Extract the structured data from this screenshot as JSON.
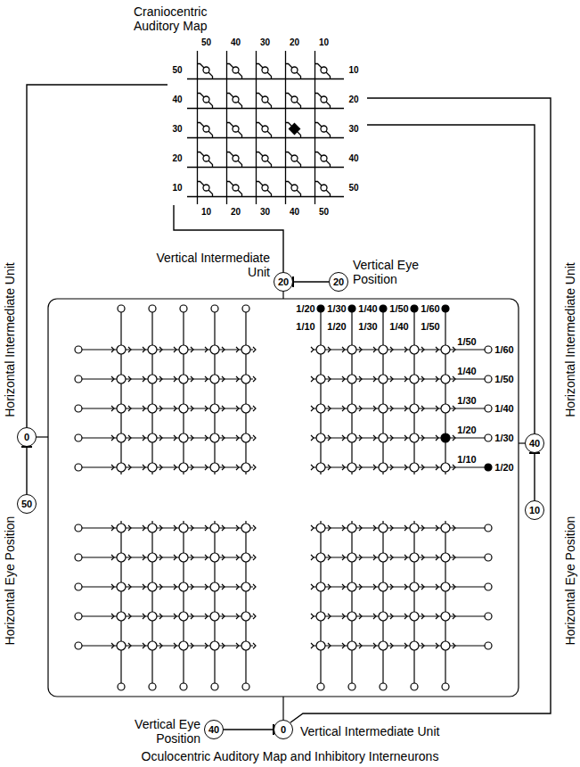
{
  "diagram": {
    "caption": "Oculocentric Auditory Map and Inhibitory Interneurons",
    "nodes": [
      {
        "text": [
          "Craniocentric Auditory Map"
        ]
      },
      {
        "text": [
          "Vertical Intermediate Unit",
          "20"
        ]
      },
      {
        "text": [
          "Vertical Eye Position",
          "20"
        ]
      },
      {
        "text": [
          "Horizontal Intermediate Unit",
          "0"
        ]
      },
      {
        "text": [
          "Horizontal Eye Position",
          "50"
        ]
      },
      {
        "text": [
          "Horizontal Intermediate Unit",
          "40"
        ]
      },
      {
        "text": [
          "Horizontal Eye Position",
          "10"
        ]
      },
      {
        "text": [
          "Vertical Eye Position",
          "40"
        ]
      },
      {
        "text": [
          "Vertical Intermediate Unit",
          "0"
        ]
      }
    ],
    "edges": [
      {
        "from": 2,
        "to": 1,
        "arrow": "to"
      },
      {
        "from": 4,
        "to": 3,
        "arrow": "to"
      },
      {
        "from": 6,
        "to": 5,
        "arrow": "to"
      },
      {
        "from": 7,
        "to": 8,
        "arrow": "to"
      },
      {
        "from": 0,
        "to": 1,
        "arrow": "none"
      },
      {
        "from": 0,
        "to": 3,
        "arrow": "none"
      },
      {
        "from": 0,
        "to": 5,
        "arrow": "none"
      },
      {
        "from": 0,
        "to": 8,
        "arrow": "none"
      }
    ],
    "labels": [
      "50",
      "40",
      "30",
      "20",
      "10",
      "50",
      "40",
      "30",
      "20",
      "10",
      "10",
      "20",
      "30",
      "40",
      "50",
      "10",
      "20",
      "30",
      "40",
      "50",
      "1/20",
      "1/30",
      "1/40",
      "1/50",
      "1/60",
      "1/10",
      "1/20",
      "1/30",
      "1/40",
      "1/50",
      "1/50",
      "1/60",
      "1/40",
      "1/50",
      "1/30",
      "1/40",
      "1/20",
      "1/30",
      "1/10",
      "1/20"
    ]
  }
}
